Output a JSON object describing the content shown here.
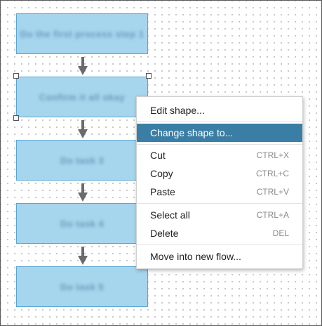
{
  "flow": {
    "shapes": [
      {
        "label": "Do the first process step 1"
      },
      {
        "label": "Confirm it all okay"
      },
      {
        "label": "Do task 3"
      },
      {
        "label": "Do task 4"
      },
      {
        "label": "Do task 5"
      }
    ]
  },
  "context_menu": {
    "items": [
      {
        "label": "Edit shape...",
        "shortcut": ""
      },
      {
        "label": "Change shape to...",
        "shortcut": "",
        "highlighted": true
      },
      {
        "label": "Cut",
        "shortcut": "CTRL+X"
      },
      {
        "label": "Copy",
        "shortcut": "CTRL+C"
      },
      {
        "label": "Paste",
        "shortcut": "CTRL+V"
      },
      {
        "label": "Select all",
        "shortcut": "CTRL+A"
      },
      {
        "label": "Delete",
        "shortcut": "DEL"
      },
      {
        "label": "Move into new flow...",
        "shortcut": ""
      }
    ]
  },
  "colors": {
    "shape_fill": "#a6d5ee",
    "shape_border": "#5aa7d3",
    "menu_highlight": "#3b7ea5",
    "arrow": "#6b6b6b"
  }
}
